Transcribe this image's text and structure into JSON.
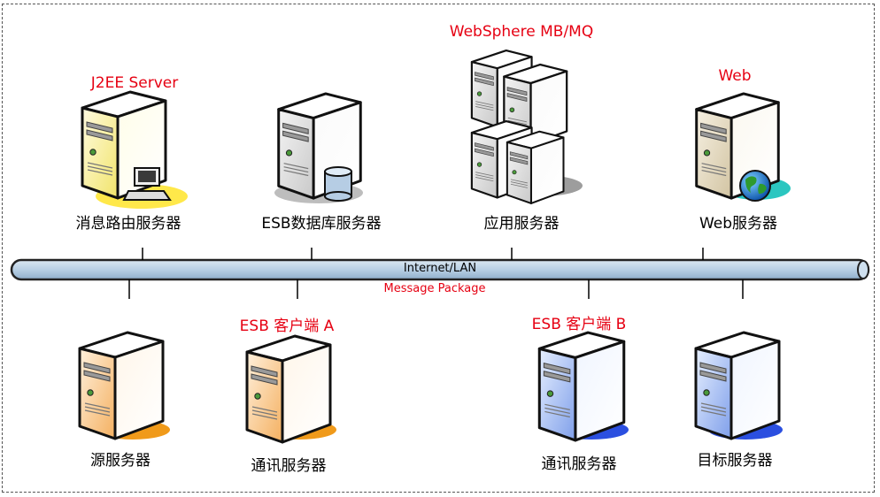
{
  "bus": {
    "network_label": "Internet/LAN",
    "message_label": "Message Package"
  },
  "top_servers": [
    {
      "title": "J2EE Server",
      "caption": "消息路由服务器",
      "color": "yellow",
      "badge": "computer-icon"
    },
    {
      "title": "",
      "caption": "ESB数据库服务器",
      "color": "gray",
      "badge": "database-icon"
    },
    {
      "title": "WebSphere MB/MQ",
      "caption": "应用服务器",
      "color": "gray",
      "badge": "server-cluster"
    },
    {
      "title": "Web",
      "caption": "Web服务器",
      "color": "beige",
      "badge": "globe-icon"
    }
  ],
  "bottom_servers": [
    {
      "title": "",
      "caption": "源服务器",
      "color": "orange"
    },
    {
      "title": "ESB 客户端 A",
      "caption": "通讯服务器",
      "color": "orange"
    },
    {
      "title": "ESB 客户端 B",
      "caption": "通讯服务器",
      "color": "blue"
    },
    {
      "title": "",
      "caption": "目标服务器",
      "color": "blue"
    }
  ],
  "colors": {
    "label_red": "#e60012",
    "bus_fill": "#b8cfe4",
    "bus_stroke": "#222222"
  }
}
